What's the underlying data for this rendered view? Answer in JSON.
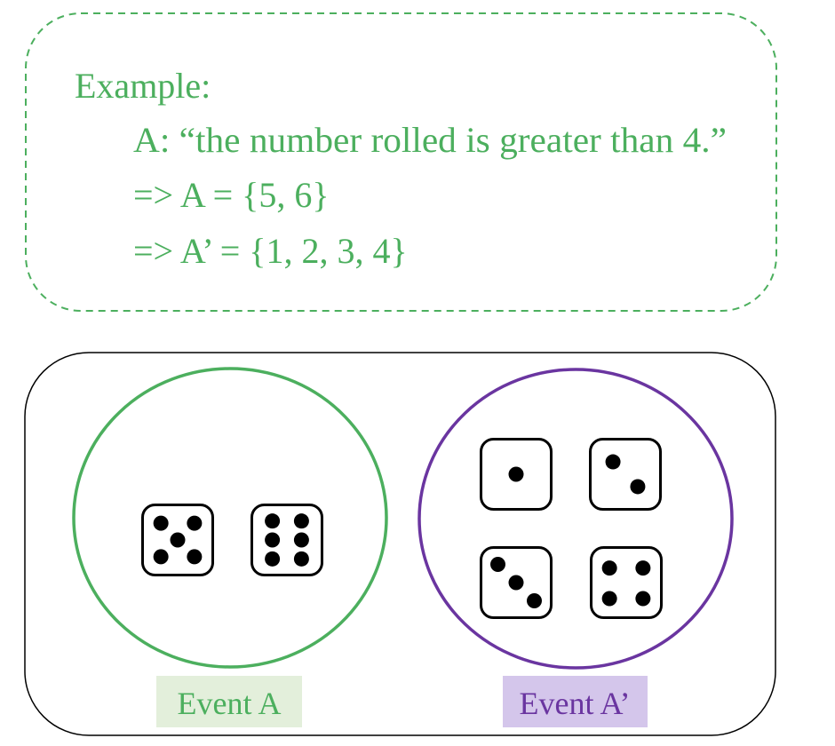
{
  "example": {
    "heading": "Example:",
    "lines": [
      "A: “the number rolled is greater than 4.”",
      "=> A = {5, 6}",
      "=> A’ = {1, 2, 3, 4}"
    ]
  },
  "event_a": {
    "label": "Event A",
    "dice": [
      5,
      6
    ]
  },
  "event_a_complement": {
    "label": "Event A’",
    "dice": [
      1,
      2,
      3,
      4
    ]
  },
  "colors": {
    "green": "#4CAF5E",
    "green_fill": "#E3EFDB",
    "purple": "#6A35A0",
    "purple_fill": "#D4C6EB",
    "black": "#000000"
  }
}
